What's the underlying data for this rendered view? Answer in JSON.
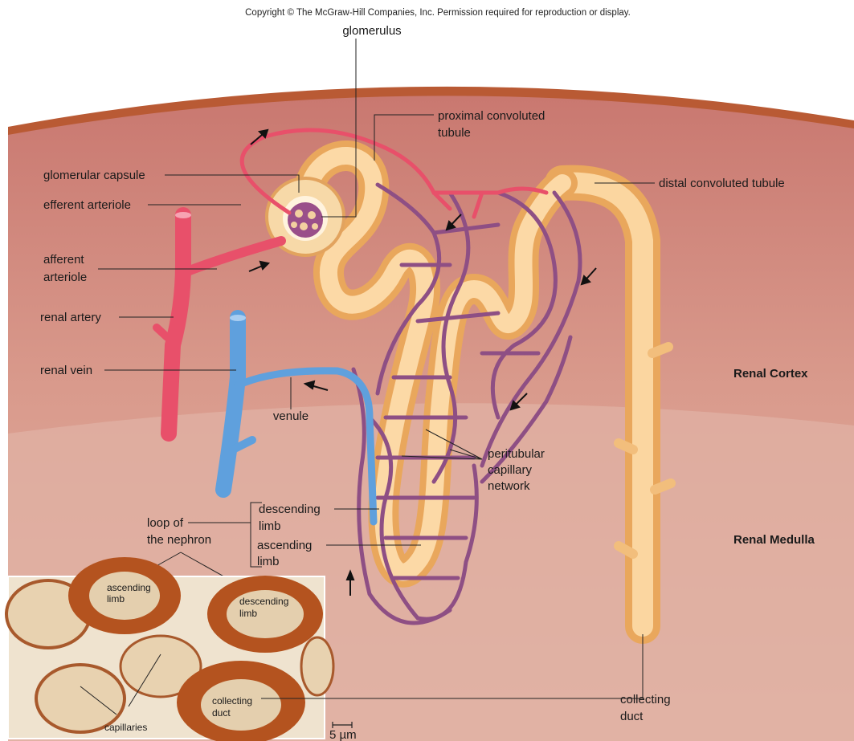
{
  "copyright": "Copyright © The McGraw-Hill Companies, Inc. Permission required for reproduction or display.",
  "labels": {
    "glomerulus": "glomerulus",
    "proximal_line1": "proximal convoluted",
    "proximal_line2": "tubule",
    "glomerular_capsule": "glomerular capsule",
    "efferent_arteriole": "efferent arteriole",
    "afferent_line1": "afferent",
    "afferent_line2": "arteriole",
    "renal_artery": "renal artery",
    "renal_vein": "renal vein",
    "venule": "venule",
    "distal_convoluted_tubule": "distal convoluted tubule",
    "peritubular_line1": "peritubular",
    "peritubular_line2": "capillary",
    "peritubular_line3": "network",
    "descending_line1": "descending",
    "descending_line2": "limb",
    "ascending_line1": "ascending",
    "ascending_line2": "limb",
    "loop_line1": "loop of",
    "loop_line2": "the nephron",
    "collecting_line1": "collecting",
    "collecting_line2": "duct",
    "renal_cortex": "Renal Cortex",
    "renal_medulla": "Renal Medulla"
  },
  "micrograph": {
    "ascending_line1": "ascending",
    "ascending_line2": "limb",
    "descending_line1": "descending",
    "descending_line2": "limb",
    "capillaries": "capillaries",
    "collecting_line1": "collecting",
    "collecting_line2": "duct",
    "scale": "5 µm"
  },
  "colors": {
    "cortex": "#c9837a",
    "medulla": "#ddb0a3",
    "kidney_edge": "#b5532c",
    "tubule": "#f6c98a",
    "artery": "#e8506a",
    "vein": "#5fa0dd",
    "capillary": "#8e4f84"
  }
}
